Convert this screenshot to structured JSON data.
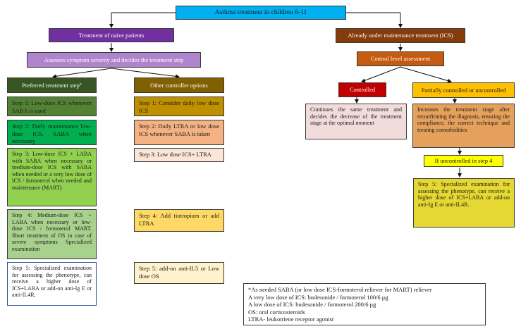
{
  "title": "Asthma treatment in children 6-11",
  "naive": "Treatment of naive patients",
  "maintenance": "Already under maintenance treatment (ICS)",
  "assess_severity": "Assesses symptom severity and decides the treatment step",
  "control_level": "Control level assessment",
  "preferred_header": "Preferred treatment step",
  "preferred_header_mark": "*",
  "other_header": "Other controller options",
  "controlled": "Controlled",
  "partially": "Partially controlled or uncontrolled",
  "preferred_steps": [
    "Step 1: Low-dose ICS whenever SABA is used",
    "Step 2: Daily maintenance low-dose ICS, SABA when necessary",
    "Step 3: Low-dose ICS + LABA with SABA when necessary or medium-dose ICS with SABA when needed or a very low dose of ICS / formoterol when needed and maintenance (MART)",
    "Step 4: Medium-dose ICS + LABA when necessary or low-dose ICS / formoterol MART. Short treatment of OS in case of severe symptoms Specialized examination",
    "Step 5: Specialized examination for assessing the phenotype, can receive a higher dose of ICS+LABA or add-on anti-Ig E or anti-IL4R."
  ],
  "other_steps": [
    "Step 1: Consider daily low dose ICS",
    "Step 2: Daily LTRA or low dose ICS whenever SABA is taken",
    "Step 3: Low dose ICS+ LTRA",
    "Step 4: Add tiotropium or add LTRA",
    "Step 5: add-on anti-IL5 or Low dose OS"
  ],
  "controlled_text": "Continues the same treatment and decides the decrease of the treatment stage at the optimal moment",
  "partial_text": "Increases the treatment stage after reconfirming the diagnosis, ensuring the compliance, the correct technique and treating comorbidities",
  "if_uncontrolled": "If uncontrolled in step 4",
  "step5_right": "Step 5: Specialized examination for assessing the phenotype, can receive a higher dose of ICS+LABA or add-on anti-Ig E or anti-IL4R.",
  "notes": [
    "*As needed SABA (or low dose ICS-formoterol reliever for MART) reliever",
    "A very low dose of ICS: budesonide / formoterol 100/6 μg",
    "A low dose of ICS: budesonide / formoterol 200/6 μg",
    "OS: oral corticosteroids",
    "LTRA- leukotriene receptor agonist"
  ],
  "colors": {
    "title": "#00b0f0",
    "naive": "#7030a0",
    "maintenance": "#843c0c",
    "assess": "#b084cc",
    "control": "#c55a11",
    "preferred_header": "#375623",
    "other_header": "#806000",
    "controlled": "#c00000",
    "partially": "#ffc000",
    "pref_step1": "#548235",
    "pref_step2": "#00b050",
    "pref_step3": "#92d050",
    "pref_step4": "#a9d18e",
    "pref_step5": "#ffffff",
    "other_step1": "#bf9000",
    "other_step2": "#f4b183",
    "other_step3": "#fbe5d6",
    "other_step4": "#ffd966",
    "other_step5": "#fff2cc",
    "controlled_text": "#f2dcdb",
    "partial_text": "#e5a05b",
    "if_uncontrolled": "#ffff00",
    "step5_right": "#e6d832"
  }
}
